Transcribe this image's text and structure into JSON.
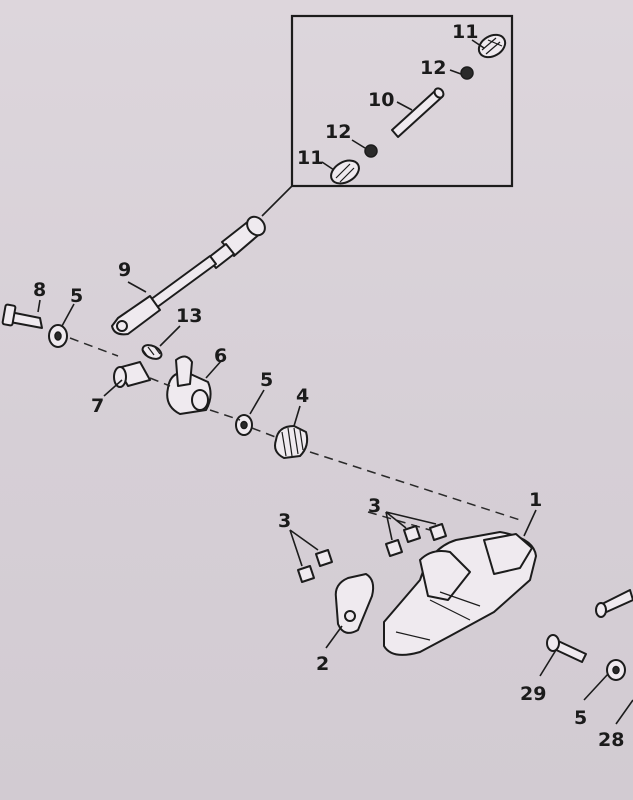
{
  "callouts": {
    "c1": "1",
    "c2": "2",
    "c3a": "3",
    "c3b": "3",
    "c4": "4",
    "c5a": "5",
    "c5b": "5",
    "c5c": "5",
    "c6": "6",
    "c7": "7",
    "c8": "8",
    "c9": "9",
    "c10": "10",
    "c11a": "11",
    "c11b": "11",
    "c12a": "12",
    "c12b": "12",
    "c13": "13",
    "c28": "28",
    "c29": "29"
  }
}
